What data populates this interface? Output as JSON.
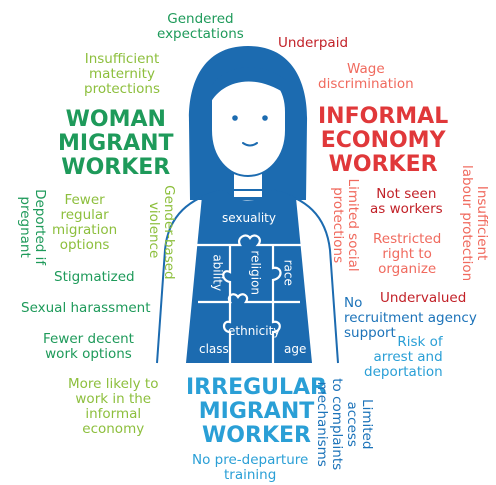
{
  "titles": {
    "woman": [
      "WOMAN",
      "MIGRANT",
      "WORKER"
    ],
    "informal": [
      "INFORMAL",
      "ECONOMY",
      "WORKER"
    ],
    "irregular": [
      "IRREGULAR",
      "MIGRANT",
      "WORKER"
    ]
  },
  "puzzle": {
    "sexuality": "sexuality",
    "ability": "ability",
    "religion": "religion",
    "race": "race",
    "class": "class",
    "ethnicity": "ethnicity",
    "age": "age"
  },
  "labels": {
    "gendered_expectations": "Gendered\nexpectations",
    "insufficient_maternity": "Insufficient\nmaternity\nprotections",
    "underpaid": "Underpaid",
    "wage_discrimination": "Wage\ndiscrimination",
    "deported_if_pregnant": "Deported if\npregnant",
    "fewer_regular_migration": "Fewer\nregular\nmigration\noptions",
    "gender_based_violence": "Gender-based\nviolence",
    "stigmatized": "Stigmatized",
    "sexual_harassment": "Sexual harassment",
    "fewer_decent_work": "Fewer decent\nwork options",
    "more_likely_informal": "More likely to\nwork in the\ninformal\neconomy",
    "limited_social_protections": "Limited social\nprotections",
    "not_seen_as_workers": "Not seen\nas workers",
    "insufficient_labour_protection": "Insufficient\nlabour protection",
    "restricted_right": "Restricted\nright to\norganize",
    "undervalued": "Undervalued",
    "no_recruitment_agency": "No\nrecruitment agency\nsupport",
    "risk_of_arrest": "Risk of\narrest and\ndeportation",
    "limited_access_complaints": "Limited\naccess\nto complaints\nmechanisms",
    "no_pre_departure": "No pre-departure\ntraining"
  },
  "colors": {
    "figure_blue": "#1c6bb0",
    "woman_title": "#1e9a5a",
    "informal_title": "#e0383a",
    "irregular_title": "#2a9fd6"
  }
}
